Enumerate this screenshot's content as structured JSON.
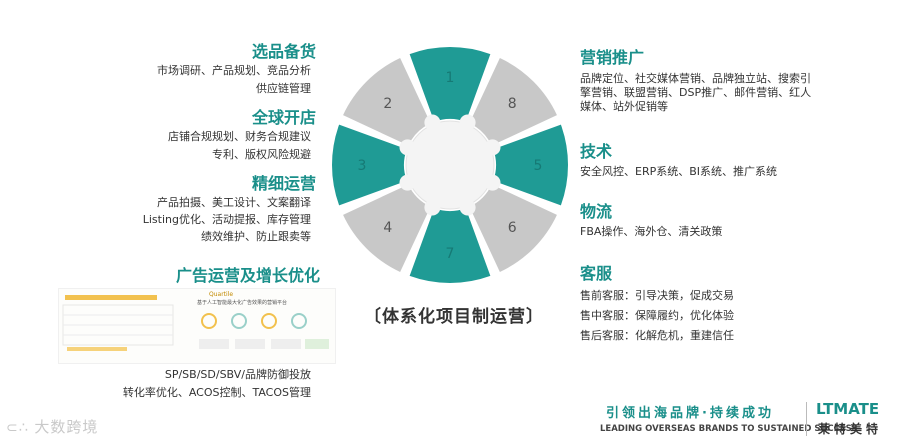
{
  "left": [
    {
      "heading": "选品备货",
      "lines": [
        "市场调研、产品规划、竞品分析",
        "供应链管理"
      ]
    },
    {
      "heading": "全球开店",
      "lines": [
        "店铺合规规划、财务合规建议",
        "专利、版权风险规避"
      ]
    },
    {
      "heading": "精细运营",
      "lines": [
        "产品拍摄、美工设计、文案翻译",
        "Listing优化、活动提报、库存管理",
        "绩效维护、防止跟卖等"
      ]
    },
    {
      "heading": "广告运营及增长优化",
      "lines": [
        "SP/SB/SD/SBV/品牌防御投放",
        "转化率优化、ACOS控制、TACOS管理"
      ]
    }
  ],
  "right": [
    {
      "heading": "营销推广",
      "lines": [
        "品牌定位、社交媒体营销、品牌独立站、搜索引",
        "擎营销、联盟营销、DSP推广、邮件营销、红人",
        "媒体、站外促销等"
      ]
    },
    {
      "heading": "技术",
      "lines": [
        "安全风控、ERP系统、BI系统、推广系统"
      ]
    },
    {
      "heading": "物流",
      "lines": [
        "FBA操作、海外仓、清关政策"
      ]
    },
    {
      "heading": "客服",
      "lines": [
        "售前客服：引导决策，促成交易",
        "售中客服：保障履约，优化体验",
        "售后客服：化解危机，重建信任"
      ]
    }
  ],
  "diagram": {
    "segments": [
      {
        "label": "1",
        "color": "#1f9b95"
      },
      {
        "label": "8",
        "color": "#c8c8c8"
      },
      {
        "label": "5",
        "color": "#1f9b95"
      },
      {
        "label": "6",
        "color": "#c8c8c8"
      },
      {
        "label": "7",
        "color": "#1f9b95"
      },
      {
        "label": "4",
        "color": "#c8c8c8"
      },
      {
        "label": "3",
        "color": "#1f9b95"
      },
      {
        "label": "2",
        "color": "#c8c8c8"
      }
    ],
    "caption": "〔体系化项目制运营〕"
  },
  "mini_report": {
    "brand": "Quartile",
    "subtitle": "基于人工智能最大化广告效果的营销平台"
  },
  "watermark": "大数跨境",
  "footer": {
    "slogan": "引领出海品牌·持续成功",
    "slogan_en": "LEADING OVERSEAS BRANDS TO SUSTAINED SUCCESS",
    "logo": "LTMATE",
    "logo_cn": "莱特美特"
  },
  "colors": {
    "teal": "#1f9b95",
    "gray": "#c8c8c8",
    "heading": "#1a8f8a"
  }
}
